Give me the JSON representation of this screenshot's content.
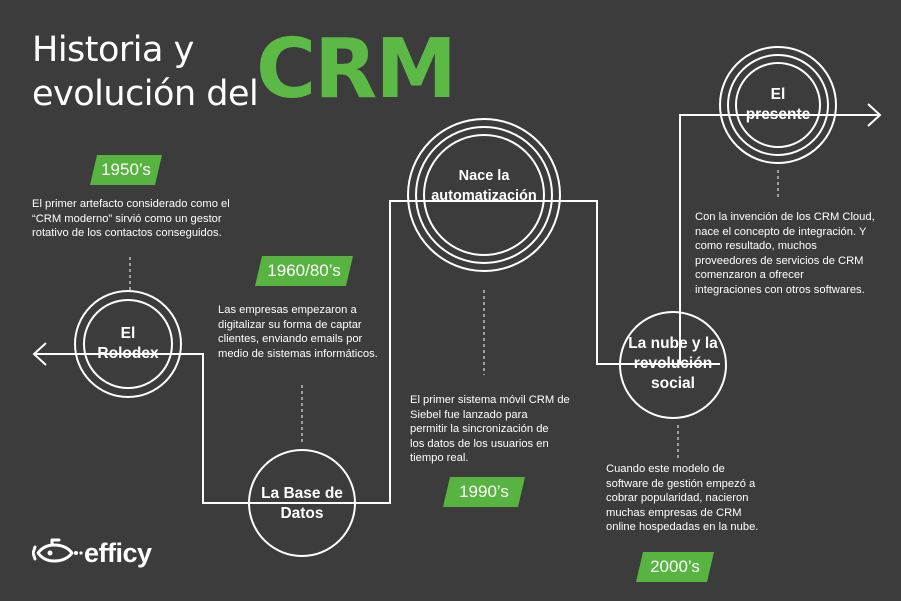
{
  "title": {
    "line1": "Historia y",
    "line2": "evolución del",
    "highlight": "CRM"
  },
  "colors": {
    "background": "#3c3c3c",
    "accent": "#58b440",
    "text": "#ffffff"
  },
  "nodes": {
    "rolodex": "El\nRolodex",
    "base_datos": "La Base de\nDatos",
    "automatizacion": "Nace la\nautomatización",
    "nube": "La nube y la\nrevolución\nsocial",
    "presente": "El\npresente"
  },
  "eras": {
    "e1950": "1950’s",
    "e1960": "1960/80’s",
    "e1990": "1990’s",
    "e2000": "2000’s"
  },
  "descriptions": {
    "d1950": "El primer artefacto considerado como el\n“CRM moderno” sirvió como un gestor\nrotativo de los contactos conseguidos.",
    "d1960": "Las empresas empezaron a\ndigitalizar su forma de captar\nclientes, enviando emails por\nmedio de sistemas informáticos.",
    "d1990": "El primer sistema móvil CRM de\nSiebel fue lanzado para\npermitir la sincronización de\nlos datos de los usuarios en\ntiempo real.",
    "d2000": "Cuando este modelo de\nsoftware de gestión empezó a\ncobrar popularidad, nacieron\nmuchas empresas de CRM\nonline hospedadas en la nube.",
    "dpresente": "Con la invención de los CRM Cloud,\nnace el concepto de integración. Y\ncomo resultado, muchos\nproveedores de servicios de CRM\ncomenzaron a ofrecer\nintegraciones con otros softwares."
  },
  "logo": {
    "text": "efficy",
    "icon": "submarine-icon"
  },
  "icons": {
    "left_arrow": "arrow-left-icon",
    "right_arrow": "arrow-right-icon"
  }
}
